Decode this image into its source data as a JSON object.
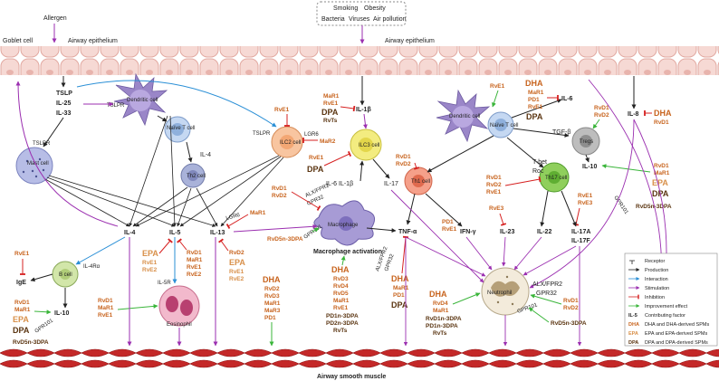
{
  "triggers": {
    "allergen": "Allergen",
    "smoking": "Smoking",
    "obesity": "Obesity",
    "bacteria": "Bacteria",
    "viruses": "Viruses",
    "air_pollution": "Air pollution"
  },
  "tissue": {
    "goblet": "Goblet cell",
    "epi_left": "Airway epithelium",
    "epi_right": "Airway epithelium",
    "muscle": "Airway smooth muscle"
  },
  "cells": {
    "dendritic_left": "Dendritic cell",
    "naive_left": "Naïve T cell",
    "mast": "Mast cell",
    "th2": "Th2 cell",
    "ilc2": "ILC2 cell",
    "ilc3": "ILC3 cell",
    "macrophage": "Macrophage",
    "b_cell": "B cell",
    "eosinophil": "Eosinophil",
    "dendritic_right": "Dendritic cell",
    "naive_right": "Naïve T cell",
    "th1": "Th1 cell",
    "th17": "Th17 cell",
    "tregs": "Tregs",
    "neutrophil": "Neutrophil"
  },
  "mediators": {
    "tslp_block": [
      "TSLP",
      "IL-25",
      "IL-33"
    ],
    "tslpr_left": "TSLPR",
    "tslpr_mast": "TSLPR",
    "tslpr_ilc2": "TSLPR",
    "il4_th2": "IL-4",
    "il4": "IL-4",
    "il5": "IL-5",
    "il13": "IL-13",
    "il1b": "IL-1β",
    "il6_il1b": "IL-6  IL-1β",
    "il17_ilc3": "IL-17",
    "tnfa": "TNF-α",
    "ifng": "IFN-γ",
    "il23": "IL-23",
    "il22": "IL-22",
    "il17af": [
      "IL-17A",
      "IL-17F"
    ],
    "il6_right": "IL-6",
    "il6_small": "IL-6",
    "tgfb": "TGF-β",
    "il10_tregs": "IL-10",
    "il10_b": "IL-10",
    "il8": "IL-8",
    "ige": "IgE",
    "il4ra": "IL-4Rα",
    "il5r": "IL-5R",
    "tbet": "T-bet",
    "ror": "Roc",
    "lgr6_a": "LGR6",
    "lgr6_b": "LGR6",
    "alx_a": [
      "ALX/FPR2",
      "GPR32"
    ],
    "gpr101_a": "GPR101",
    "alx_b": [
      "ALX/FPR2",
      "GPR32"
    ],
    "alx_c": [
      "ALX/FPR2",
      "GPR32"
    ],
    "gpr101_b": "GPR101",
    "gpr101_c": "GPR101",
    "gpr101_d": "GPR101",
    "macro_act": "Macrophage activation"
  },
  "spm": {
    "ilc2_rve1": "RvE1",
    "mar1_ilc2": [
      "MaR1",
      "RvE1"
    ],
    "dpa_ilc2": "DPA",
    "rvts_ilc2": "RvTs",
    "mar2": "MaR2",
    "ilc3_rve1": "RvE1",
    "ilc3_dpa": "DPA",
    "macro_rv": [
      "RvD1",
      "RvD2"
    ],
    "il13_mar1": "MaR1",
    "il5_dha_epa": [
      "EPA",
      "RvE1",
      "RvE2"
    ],
    "il5_right": [
      "RvD1",
      "MaR1",
      "RvE1",
      "RvE2"
    ],
    "il13_block": [
      "RvD2",
      "EPA",
      "RvE1",
      "RvE2"
    ],
    "rvd5_macro": "RvD5n-3DPA",
    "macro_dha": "DHA",
    "macro_list": [
      "RvD2",
      "RvD3",
      "MaR1",
      "MaR3",
      "PD1"
    ],
    "center_dha": "DHA",
    "center_list": [
      "RvD3",
      "RvD4",
      "RvD5",
      "MaR1",
      "RvE1",
      "PD1n-3DPA",
      "PD2n-3DPA",
      "RvTs"
    ],
    "ige_rve1": "RvE1",
    "b_list": [
      "RvD1",
      "MaR1"
    ],
    "b_epa": "EPA",
    "b_dpa": "DPA",
    "b_rvd5": "RvD5n-3DPA",
    "eos_list": [
      "RvD1",
      "MaR1",
      "RvE1"
    ],
    "th1_list": [
      "RvD1",
      "RvD2"
    ],
    "tnf_dha": "DHA",
    "tnf_list": [
      "MaR1",
      "PD1"
    ],
    "tnf_dpa": "DPA",
    "ifng_list": [
      "PD1",
      "RvE1"
    ],
    "il23_list": [
      "RvD1",
      "RvD2",
      "RvE1"
    ],
    "rve3": "RvE3",
    "right_top_rve1": "RvE1",
    "right_dha": "DHA",
    "right_list": [
      "MaR1",
      "PD1",
      "RvE1"
    ],
    "right_dpa": "DPA",
    "tregs_list": [
      "RvD1",
      "RvD2"
    ],
    "il8_dha": "DHA",
    "il8_rvd1": "RvD1",
    "il10_list": [
      "RvD1",
      "MaR1"
    ],
    "il10_epa": "EPA",
    "il10_dpa": "DPA",
    "il10_rvd5": "RvD5n-3DPA",
    "th17_list": [
      "RvE1",
      "RvE3"
    ],
    "neu_dha": "DHA",
    "neu_list": [
      "RvD4",
      "MaR1",
      "RvD1n-3DPA",
      "PD1n-3DPA",
      "RvTs"
    ],
    "neu_right": [
      "RvD1",
      "RvD2"
    ],
    "neu_rvd5": "RvD5n-3DPA"
  },
  "legend": {
    "items": [
      "Receptor",
      "Production",
      "Interaction",
      "Stimulation",
      "Inhibition",
      "Improvement effect",
      "Contributing factor",
      "DHA and DHA-derived SPMs",
      "EPA and EPA-derived SPMs",
      "DPA and DPA-derived SPMs"
    ],
    "keys": [
      "IL-5",
      "DHA",
      "EPA",
      "DPA"
    ]
  },
  "colors": {
    "production": "#222222",
    "interaction": "#2a8fd6",
    "stimulation": "#9b2fb0",
    "inhibition": "#d62020",
    "improvement": "#3ab53a",
    "dha": "#c8641e",
    "epa": "#d8904a",
    "dpa": "#5a3410"
  }
}
